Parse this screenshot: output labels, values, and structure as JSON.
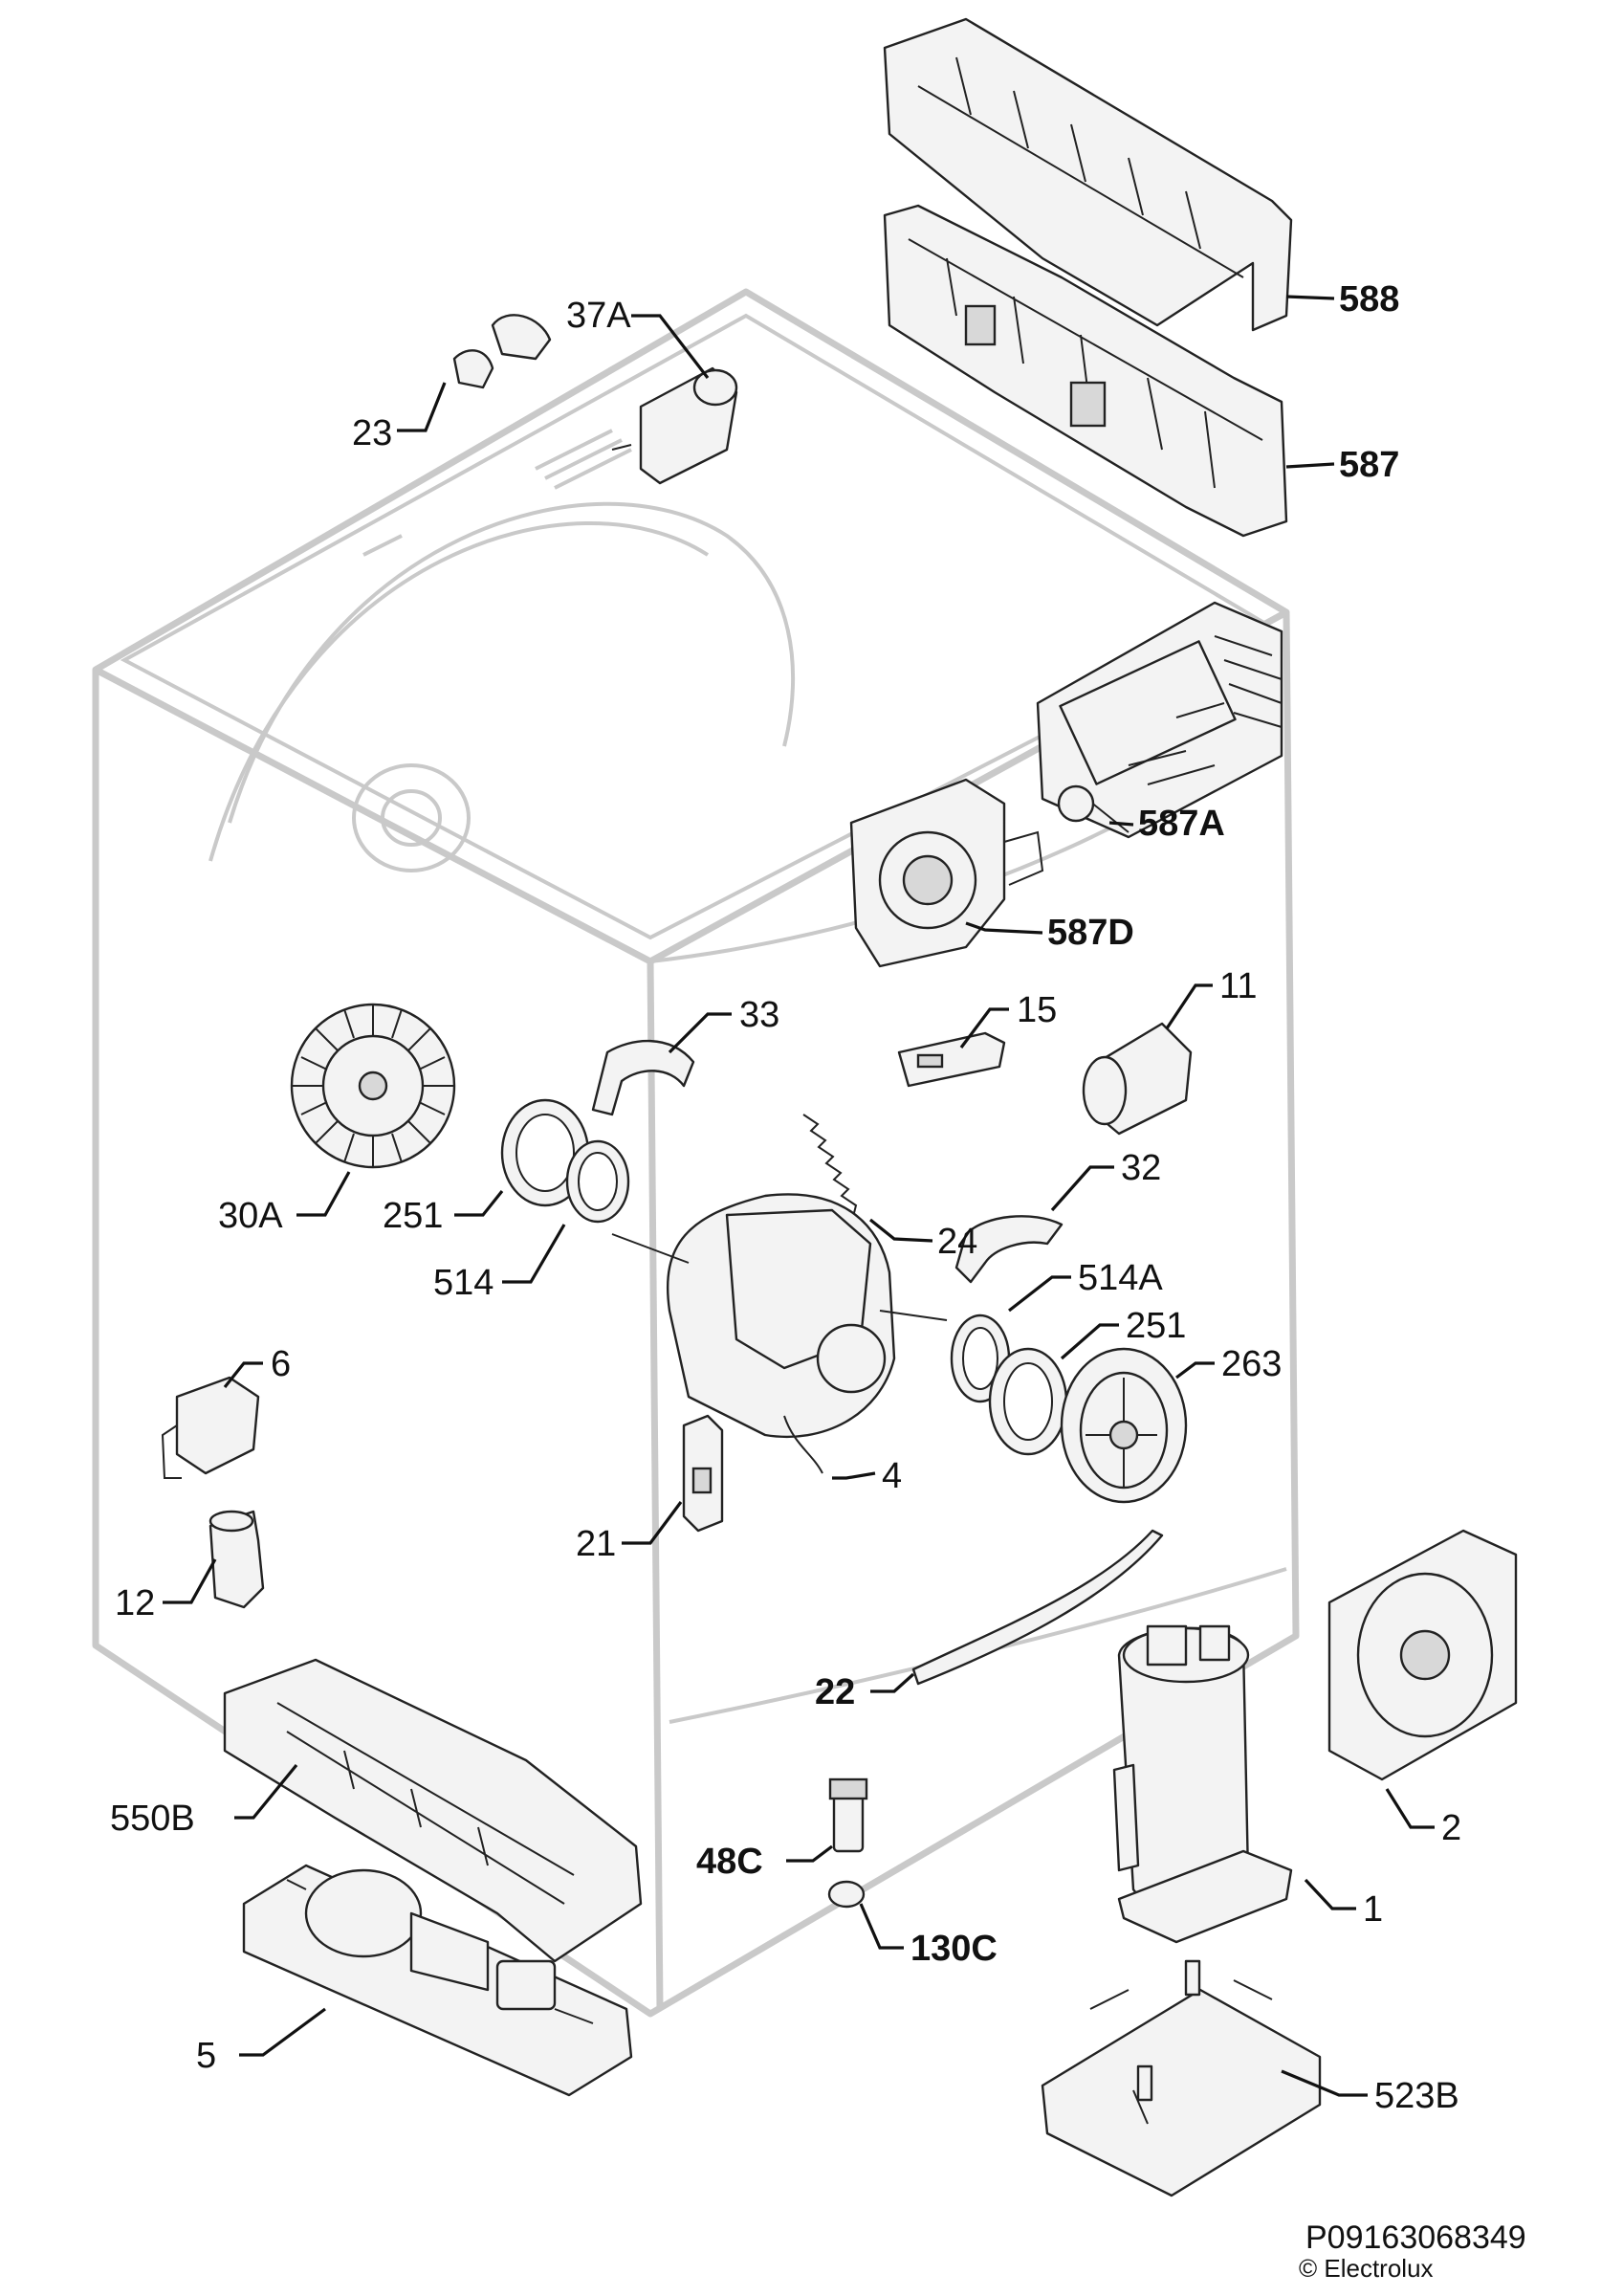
{
  "diagram": {
    "labels": {
      "p588": "588",
      "p587": "587",
      "p37A": "37A",
      "p23": "23",
      "p587A": "587A",
      "p587D": "587D",
      "p33": "33",
      "p15": "15",
      "p11": "11",
      "p24": "24",
      "p30A": "30A",
      "p251a": "251",
      "p514": "514",
      "p32": "32",
      "p514A": "514A",
      "p251b": "251",
      "p263": "263",
      "p6": "6",
      "p4": "4",
      "p21": "21",
      "p12": "12",
      "p22": "22",
      "p2": "2",
      "p550B": "550B",
      "p48C": "48C",
      "p130C": "130C",
      "p1": "1",
      "p5": "5",
      "p523B": "523B"
    },
    "footer": {
      "code": "P09163068349",
      "copyright": "© Electrolux"
    }
  }
}
